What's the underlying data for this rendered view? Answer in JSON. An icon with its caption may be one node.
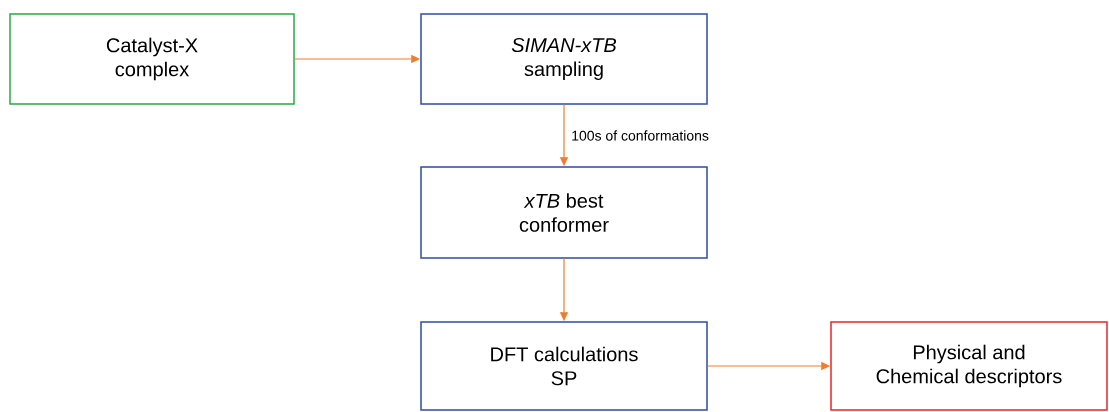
{
  "diagram": {
    "nodes": [
      {
        "text": [
          "Catalyst-X complex"
        ]
      },
      {
        "text": [
          "*SIMAN-xTB* sampling"
        ]
      },
      {
        "text": [
          "*xTB* best conformer"
        ]
      },
      {
        "text": [
          "DFT calculations SP"
        ]
      },
      {
        "text": [
          "Physical and Chemical descriptors"
        ]
      }
    ],
    "edges": [
      {
        "from": 0,
        "to": 1,
        "arrow": "to"
      },
      {
        "from": 1,
        "to": 2,
        "arrow": "to",
        "label": "100s of conformations"
      },
      {
        "from": 2,
        "to": 3,
        "arrow": "to"
      },
      {
        "from": 3,
        "to": 4,
        "arrow": "to"
      }
    ]
  }
}
